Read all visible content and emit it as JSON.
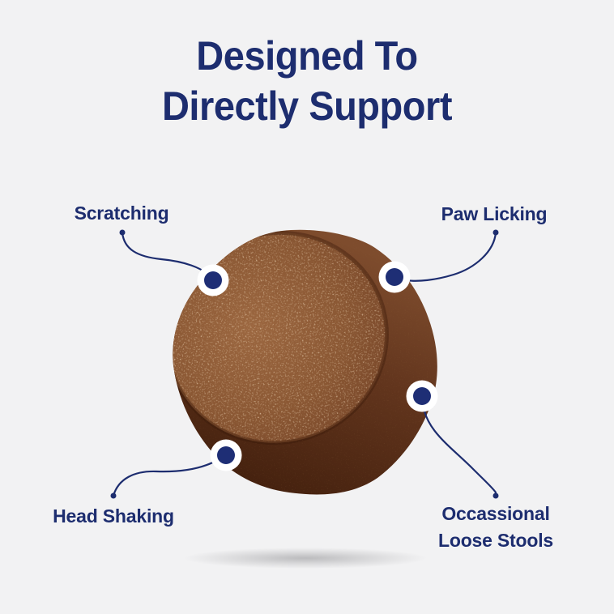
{
  "title": {
    "line1": "Designed To",
    "line2": "Directly Support"
  },
  "callouts": {
    "scratching": {
      "label": "Scratching"
    },
    "paw_licking": {
      "label": "Paw Licking"
    },
    "head_shaking": {
      "label": "Head Shaking"
    },
    "loose_stools": {
      "line1": "Occassional",
      "line2": "Loose Stools"
    }
  },
  "figure": {
    "subject": "round brown soft-chew supplement",
    "marker_icon": "filled-circle-marker",
    "connector_icon": "curved-leader-line"
  },
  "colors": {
    "background": "#f2f2f3",
    "accent_navy": "#1d2d6f",
    "dot_navy": "#1e2e75",
    "halo_white": "#ffffff",
    "chew_face_brown": "#8a5632",
    "chew_side_brown": "#5a2f1a"
  }
}
